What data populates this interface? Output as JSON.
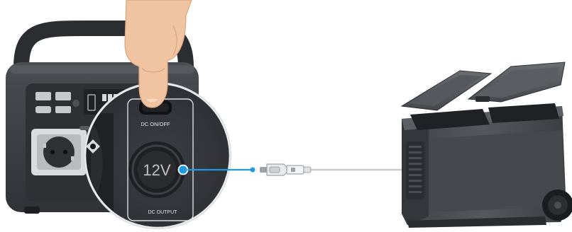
{
  "scene": {
    "power_station": {
      "button_label": "DC ON/OFF",
      "port_label": "12V",
      "section_label": "DC OUTPUT"
    },
    "colors": {
      "background": "#ffffff",
      "device_body": "#3a3d42",
      "device_dark": "#26282c",
      "accent_blue": "#1e9be0",
      "cable": "#d0d3d6",
      "hand_skin": "#f1c7a6",
      "fridge_body": "#4a4d51"
    }
  }
}
